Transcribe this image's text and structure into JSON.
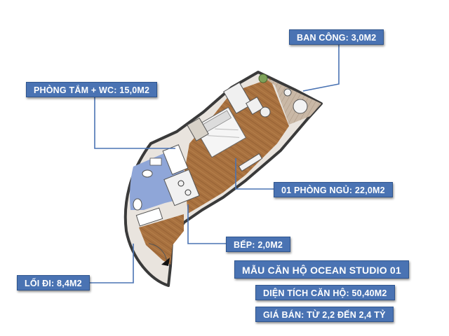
{
  "labels": {
    "balcony": "BAN CÔNG: 3,0M2",
    "bathroom": "PHÒNG TẮM + WC: 15,0M2",
    "bedroom": "01 PHÒNG NGỦ: 22,0M2",
    "kitchen": "BẾP: 2,0M2",
    "corridor": "LỐI ĐI: 8,4M2"
  },
  "info": {
    "model": "MẪU CĂN HỘ OCEAN STUDIO 01",
    "area": "DIỆN TÍCH CĂN HỘ: 50,40M2",
    "price": "GIÁ BÁN:  TỪ 2,2 ĐẾN 2,4 TỶ"
  },
  "colors": {
    "label_bg": "#4a73b3",
    "leader": "#4a73b3",
    "floor_wood": "#a8713f",
    "bathroom_floor": "#8fa6d8",
    "wall": "#3a3a3a"
  }
}
